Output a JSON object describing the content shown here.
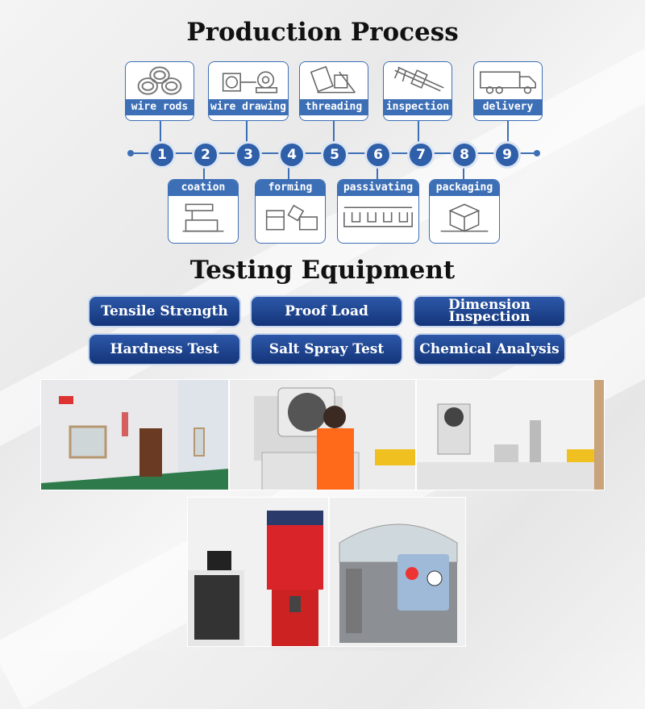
{
  "production_title": "Production Process",
  "testing_title": "Testing Equipment",
  "steps_top": [
    {
      "label": "wire rods",
      "icon": "wire-coil-icon"
    },
    {
      "label": "wire drawing",
      "icon": "wire-drawing-machine-icon"
    },
    {
      "label": "threading",
      "icon": "threading-machine-icon"
    },
    {
      "label": "inspection",
      "icon": "caliper-icon"
    },
    {
      "label": "delivery",
      "icon": "truck-icon"
    }
  ],
  "steps_bottom": [
    {
      "label": "coation",
      "icon": "coating-machine-icon"
    },
    {
      "label": "forming",
      "icon": "forming-machine-icon"
    },
    {
      "label": "passivating",
      "icon": "passivating-tank-icon"
    },
    {
      "label": "packaging",
      "icon": "package-box-icon"
    }
  ],
  "step_numbers": [
    "1",
    "2",
    "3",
    "4",
    "5",
    "6",
    "7",
    "8",
    "9"
  ],
  "tests": [
    "Tensile Strength",
    "Proof Load",
    "Dimension Inspection",
    "Hardness Test",
    "Salt Spray Test",
    "Chemical Analysis"
  ],
  "colors": {
    "accent": "#3d6fb6",
    "pill": "#1d4189",
    "photo_floor": "#2f7a4a"
  }
}
